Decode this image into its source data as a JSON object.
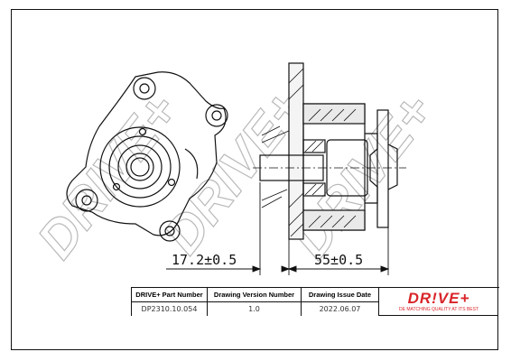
{
  "dimensions": {
    "left": "17.2±0.5",
    "right": "55±0.5"
  },
  "watermark": {
    "text": "DRIVE+"
  },
  "title_block": {
    "part_number_label": "DRIVE+ Part Number",
    "part_number_value": "DP2310.10.054",
    "version_label": "Drawing Version Number",
    "version_value": "1.0",
    "issue_date_label": "Drawing Issue Date",
    "issue_date_value": "2022.06.07"
  },
  "logo": {
    "text": "DR!VE+",
    "tagline": "DE MATCHING QUALITY AT ITS BEST",
    "color": "#d9252a"
  }
}
